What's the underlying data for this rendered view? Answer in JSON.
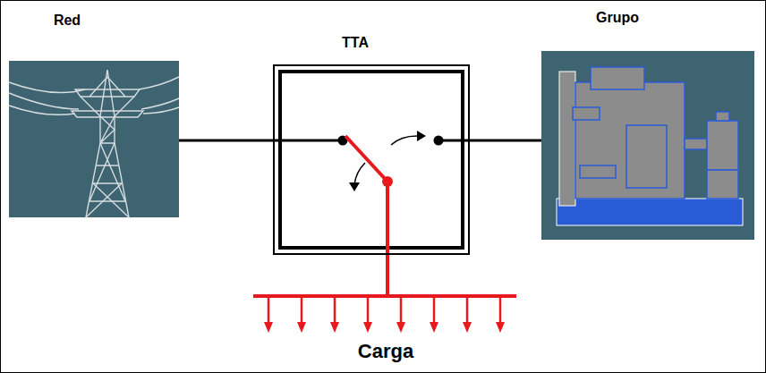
{
  "diagram": {
    "nodes": [
      {
        "text": [
          "Red"
        ]
      },
      {
        "text": [
          "TTA"
        ]
      },
      {
        "text": [
          "Grupo"
        ]
      }
    ],
    "edges": [
      {
        "from": 0,
        "to": 1,
        "arrow": "none"
      },
      {
        "from": 2,
        "to": 1,
        "arrow": "none"
      }
    ],
    "labels": [
      "Carga"
    ]
  }
}
